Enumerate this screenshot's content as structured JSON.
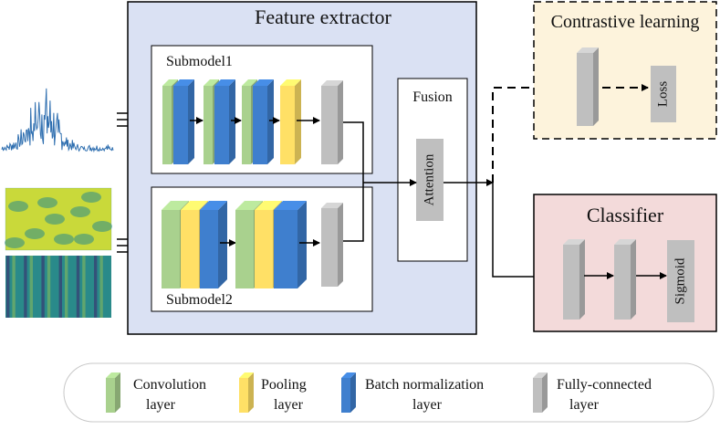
{
  "colors": {
    "conv": "#a9d18e",
    "pool": "#ffe066",
    "bn": "#3f7fce",
    "fc": "#bfbfbf",
    "extractor_bg": "#dae1f3",
    "contrastive_bg": "#fdf3dc",
    "classifier_bg": "#f3dada",
    "heatmap_yellow": "#c9d93a",
    "heatmap_teal": "#2a8a8a",
    "heatmap_purple": "#3b2d6e",
    "signal_blue": "#2f6fb0"
  },
  "feature_extractor": {
    "title": "Feature extractor"
  },
  "submodel1": {
    "label": "Submodel1"
  },
  "submodel2": {
    "label": "Submodel2"
  },
  "fusion": {
    "label": "Fusion",
    "attention_label": "Attention"
  },
  "contrastive": {
    "title": "Contrastive learning",
    "loss_label": "Loss"
  },
  "classifier": {
    "title": "Classifier",
    "sigmoid_label": "Sigmoid"
  },
  "legend": {
    "items": [
      {
        "label_line1": "Convolution",
        "label_line2": "layer",
        "icon": "conv-layer-icon"
      },
      {
        "label_line1": "Pooling",
        "label_line2": "layer",
        "icon": "pooling-layer-icon"
      },
      {
        "label_line1": "Batch normalization",
        "label_line2": "layer",
        "icon": "bn-layer-icon"
      },
      {
        "label_line1": "Fully-connected",
        "label_line2": "layer",
        "icon": "fc-layer-icon"
      }
    ]
  }
}
